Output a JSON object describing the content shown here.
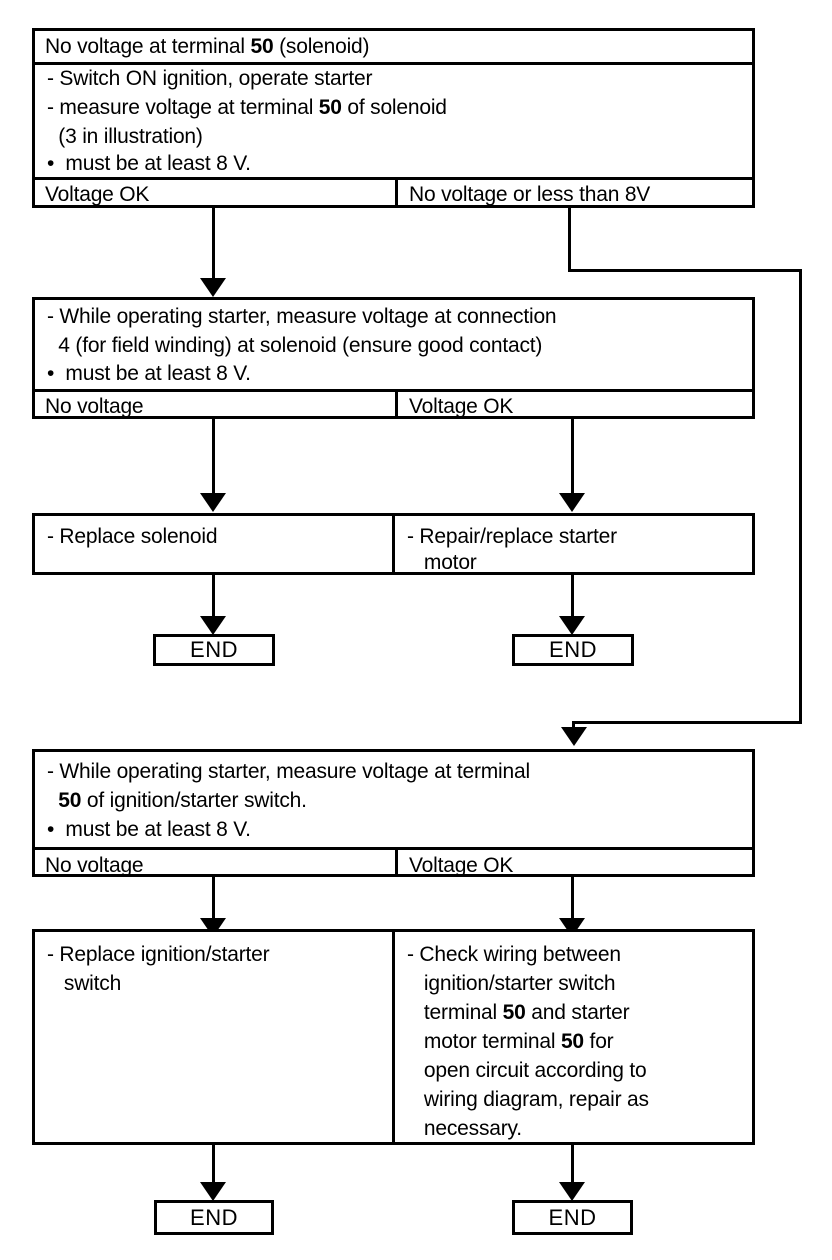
{
  "diagram": {
    "title": "No voltage at terminal 50 (solenoid)",
    "end_label": "END"
  },
  "block1": {
    "header": "No voltage at terminal 50 (solenoid)",
    "header_plain": "No voltage at terminal ",
    "header_bold": "50",
    "header_tail": " (solenoid)",
    "line1": "- Switch ON ignition, operate starter",
    "line2a": "- measure voltage at terminal ",
    "line2b": "50",
    "line2c": " of solenoid",
    "line3": "  (3 in illustration)",
    "line4": "•  must be at least 8 V.",
    "result_left": "Voltage OK",
    "result_right": "No voltage or less than 8V"
  },
  "block2": {
    "line1": "- While operating starter, measure voltage at connection",
    "line2": "  4 (for field winding) at solenoid (ensure good contact)",
    "line3": "•  must be at least 8 V.",
    "result_left": "No voltage",
    "result_right": "Voltage OK"
  },
  "block3": {
    "left": "- Replace solenoid",
    "right_line1": "- Repair/replace starter",
    "right_line2": "   motor"
  },
  "block4": {
    "line1": "- While operating starter, measure voltage at terminal",
    "line2a": "  ",
    "line2b": "50",
    "line2c": " of ignition/starter switch.",
    "line3": "•  must be at least 8 V.",
    "result_left": "No voltage",
    "result_right": "Voltage OK"
  },
  "block5": {
    "left_line1": "- Replace ignition/starter",
    "left_line2": "   switch",
    "right_line1": "- Check wiring between",
    "right_line2": "   ignition/starter switch",
    "right_line3a": "   terminal ",
    "right_line3b": "50",
    "right_line3c": " and starter",
    "right_line4a": "   motor terminal ",
    "right_line4b": "50",
    "right_line4c": " for",
    "right_line5": "   open circuit according to",
    "right_line6": "   wiring diagram, repair as",
    "right_line7": "   necessary."
  },
  "terminators": {
    "end1": "END",
    "end2": "END",
    "end3": "END",
    "end4": "END"
  },
  "colors": {
    "ink": "#000000",
    "paper": "#ffffff"
  }
}
